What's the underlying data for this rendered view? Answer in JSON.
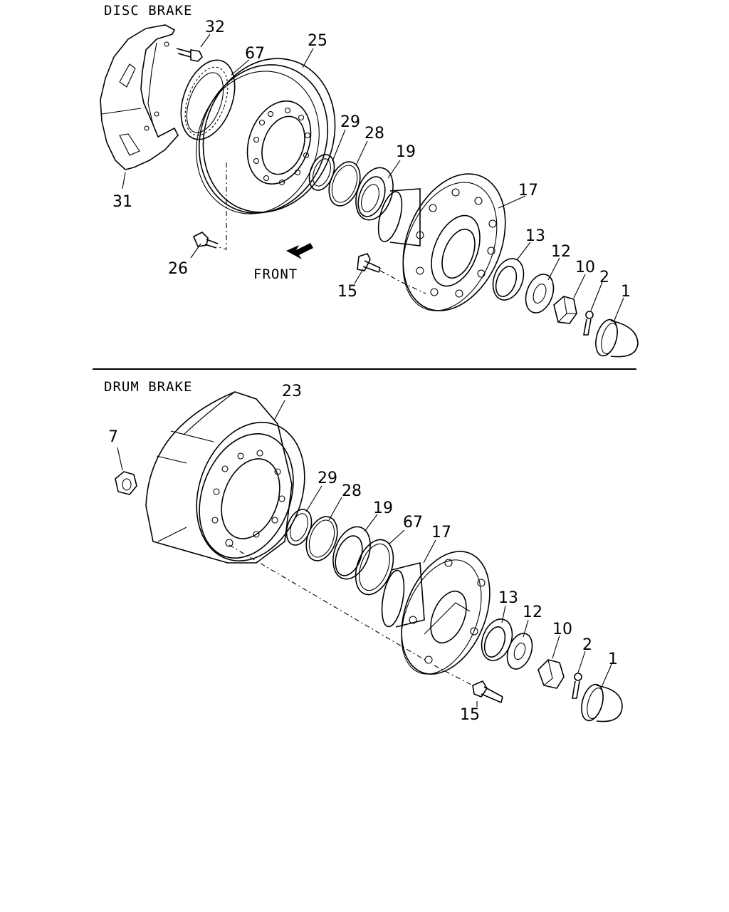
{
  "sections": {
    "disc": {
      "title": "DISC BRAKE"
    },
    "drum": {
      "title": "DRUM BRAKE"
    }
  },
  "direction_label": "FRONT",
  "callouts": {
    "disc": [
      "32",
      "67",
      "25",
      "29",
      "28",
      "19",
      "17",
      "13",
      "12",
      "10",
      "2",
      "1",
      "31",
      "26",
      "15"
    ],
    "drum": [
      "23",
      "7",
      "29",
      "28",
      "19",
      "67",
      "17",
      "13",
      "12",
      "10",
      "2",
      "1",
      "15"
    ]
  }
}
